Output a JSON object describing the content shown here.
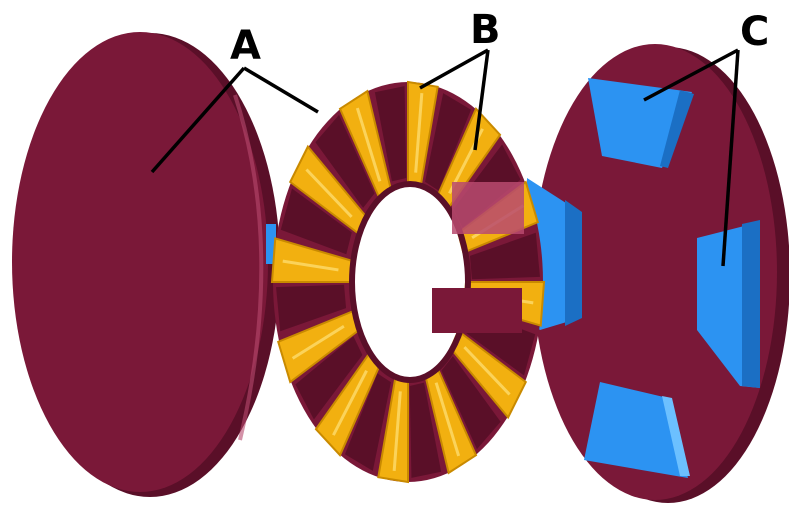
{
  "labels": {
    "a": "A",
    "b": "B",
    "c": "C"
  },
  "colors": {
    "disc": "#7a1838",
    "disc_edge": "#5a0f28",
    "disc_rim": "#b84a6e",
    "coil": "#f2b010",
    "coil_shade": "#c98a00",
    "coil_hi": "#ffe27a",
    "magnet": "#2c93f2",
    "magnet_shade": "#1b6fc4",
    "magnet_hi": "#6cc0ff",
    "leader": "#000000"
  },
  "parts": {
    "stator_teeth_count": 12,
    "magnets_count": 4
  }
}
